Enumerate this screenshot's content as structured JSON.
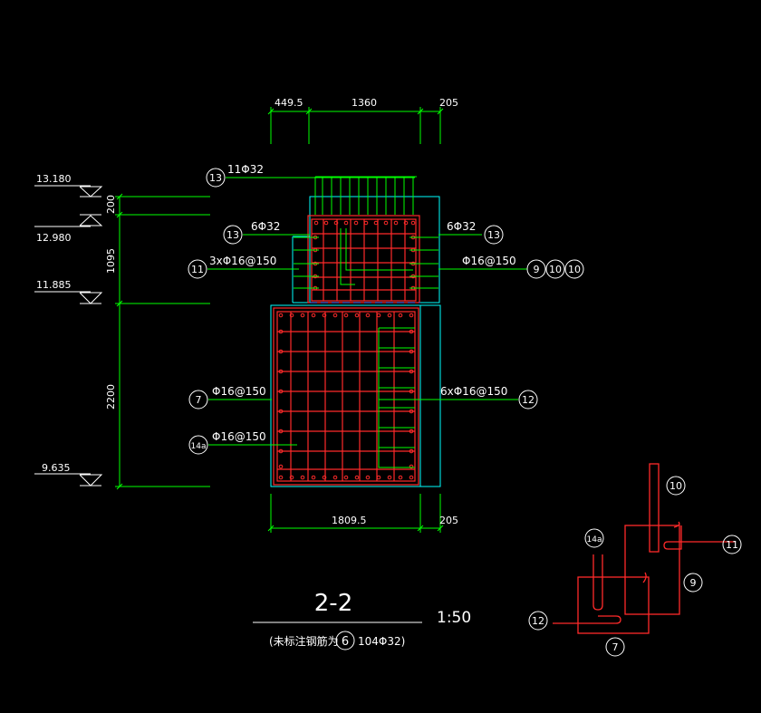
{
  "colors": {
    "background": "#000000",
    "dimension_line": "#00ff00",
    "outline": "#00ffff",
    "rebar": "#ff2a2a",
    "text": "#ffffff",
    "callout_line": "#00ff00",
    "hidden_line": "#3b6cff"
  },
  "dimensions": {
    "top": [
      "449.5",
      "1360",
      "205"
    ],
    "bottom": [
      "1809.5",
      "205"
    ],
    "vertical": [
      "200",
      "1095",
      "2200"
    ]
  },
  "elevations": [
    "13.180",
    "12.980",
    "11.885",
    "9.635"
  ],
  "callouts": [
    {
      "mark": "13",
      "spec": "11Φ32"
    },
    {
      "mark": "13",
      "spec": "6Φ32"
    },
    {
      "mark": "11",
      "spec": "3xΦ16@150"
    },
    {
      "mark": "13",
      "spec": "6Φ32"
    },
    {
      "mark": "9",
      "spec": "Φ16@150",
      "extra_marks": [
        "10",
        "10"
      ]
    },
    {
      "mark": "7",
      "spec": "Φ16@150"
    },
    {
      "mark": "14a",
      "spec": "Φ16@150"
    },
    {
      "mark": "12",
      "spec": "6xΦ16@150"
    }
  ],
  "title": {
    "section": "2-2",
    "scale": "1:50",
    "note_prefix": "(未标注钢筋为",
    "note_mark": "6",
    "note_suffix": "104Φ32)"
  },
  "detail_marks": [
    "10",
    "11",
    "14a",
    "9",
    "12",
    "7"
  ]
}
